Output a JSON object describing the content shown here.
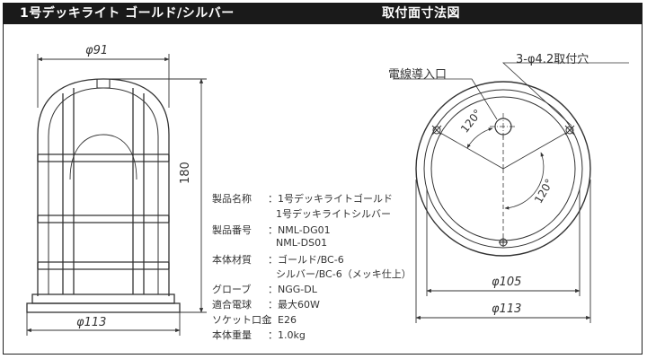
{
  "header": {
    "left_title": "1号デッキライト ゴールド/シルバー",
    "right_title": "取付面寸法図"
  },
  "left_view": {
    "top_diameter": "φ91",
    "height": "180",
    "base_diameter": "φ113"
  },
  "right_view": {
    "cable_inlet_label": "電線導入口",
    "mount_holes_label": "3-φ4.2取付穴",
    "angle_a": "120°",
    "angle_b": "120°",
    "inner_diameter": "φ105",
    "outer_diameter": "φ113"
  },
  "specs": [
    {
      "label": "製品名称",
      "values": [
        "：1号デッキライトゴールド",
        "1号デッキライトシルバー"
      ]
    },
    {
      "label": "製品番号",
      "values": [
        "：NML-DG01",
        "NML-DS01"
      ]
    },
    {
      "label": "本体材質",
      "values": [
        "：ゴールド/BC-6",
        "シルバー/BC-6（メッキ仕上）"
      ]
    },
    {
      "label": "グローブ",
      "values": [
        "：NGG-DL"
      ]
    },
    {
      "label": "適合電球",
      "values": [
        "：最大60W"
      ]
    },
    {
      "label": "ソケット口金",
      "values": [
        "：E26"
      ]
    },
    {
      "label": "本体重量",
      "values": [
        "：1.0kg"
      ]
    }
  ]
}
